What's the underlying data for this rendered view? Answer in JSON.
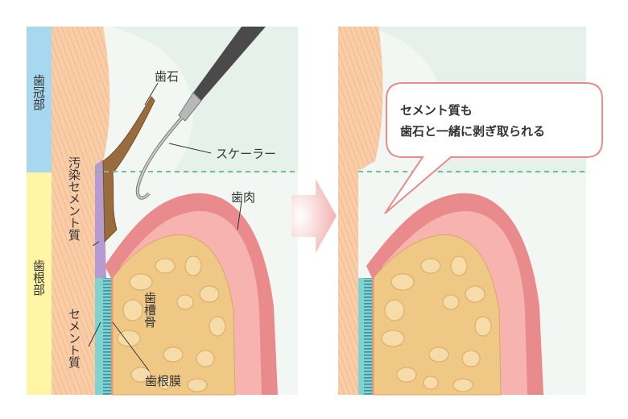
{
  "labels": {
    "crown": "歯冠部",
    "root": "歯根部",
    "calculus": "歯石",
    "scaler": "スケーラー",
    "contaminated_cementum": "汚染セメント質",
    "gingiva": "歯肉",
    "alveolar_bone": "歯槽骨",
    "cementum": "セメント質",
    "pdl": "歯根膜"
  },
  "bubble": {
    "line1": "セメント質も",
    "line2": "歯石と一緒に剥ぎ取られる"
  },
  "colors": {
    "crown_bar": "#a8d8f0",
    "root_bar": "#fff5a5",
    "dentin": "#f7c9a2",
    "enamel": "#eef4f0",
    "gum": "#e98a8c",
    "gum_light": "#f6b3b0",
    "bone": "#f0c886",
    "bone_cell": "#f4d6a0",
    "cementum_contam": "#b59bd0",
    "cementum": "#7fd4d0",
    "calculus": "#9a6b3c",
    "arrow": "#f5b8b8",
    "dashed": "#6cc48a"
  }
}
